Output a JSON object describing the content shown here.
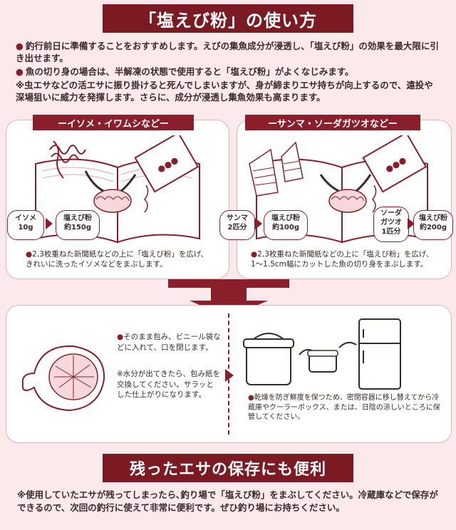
{
  "title": "「塩えび粉」の使い方",
  "intro": {
    "bullet1": "釣行前日に準備することをおすすめします。えびの集魚成分が浸透し、「塩えび粉」の効果を最大限に引き出せます。",
    "bullet2": "魚の切り身の場合は、半解凍の状態で使用すると「塩えび粉」がよくなじみます。",
    "note": "※虫エサなどの活エサに振り掛けると死んでしまいますが、身が締まりエサ持ちが向上するので、遠投や深場狙いに威力を発揮します。さらに、成分が浸透し集魚効果も高まります。"
  },
  "left_panel": {
    "title": "ーイソメ・イワムシなどー",
    "from": {
      "line1": "イソメ",
      "line2": "10g"
    },
    "to": {
      "line1": "塩えび粉",
      "line2": "約150g"
    },
    "caption": "2,3枚重ねた新聞紙などの上に「塩えび粉」を広げ、きれいに洗ったイソメなどをまぶします。"
  },
  "right_panel": {
    "title": "ーサンマ・ソーダガツオなどー",
    "from1": {
      "line1": "サンマ",
      "line2": "2匹分"
    },
    "to1": {
      "line1": "塩えび粉",
      "line2": "約100g"
    },
    "from2": {
      "line1": "ソーダ",
      "line2": "ガツオ",
      "line3": "1匹分"
    },
    "to2": {
      "line1": "塩えび粉",
      "line2": "約200g"
    },
    "caption": "2,3枚重ねた新聞紙などの上に「塩えび粉」を広げ、1〜1.5cm幅にカットした魚の切り身をまぶします。"
  },
  "bottom_panel": {
    "wrap_note": "そのまま包み、ビニール袋などに入れて、口を閉じます。",
    "water_note": "※水分が出てきたら、包み紙を交換してください。サラッとした仕上がりになります。",
    "storage_note": "乾燥を防ぎ鮮度を保つため、密閉容器に移し替えてから冷蔵庫やクーラーボックス、または、日陰の涼しいところに保管してください。"
  },
  "section2_title": "残ったエサの保存にも便利",
  "footer_text": "※使用していたエサが残ってしまったら､釣り場で「塩えび粉」をまぶしてください。冷蔵庫などで保存ができるので、次回の釣行に使えて非常に便利です。ぜひ釣り場にお持ちください。",
  "bullet": "●",
  "colors": {
    "accent": "#8a1f2b",
    "banner": "#7c1a24",
    "background": "#fbe9ec"
  }
}
